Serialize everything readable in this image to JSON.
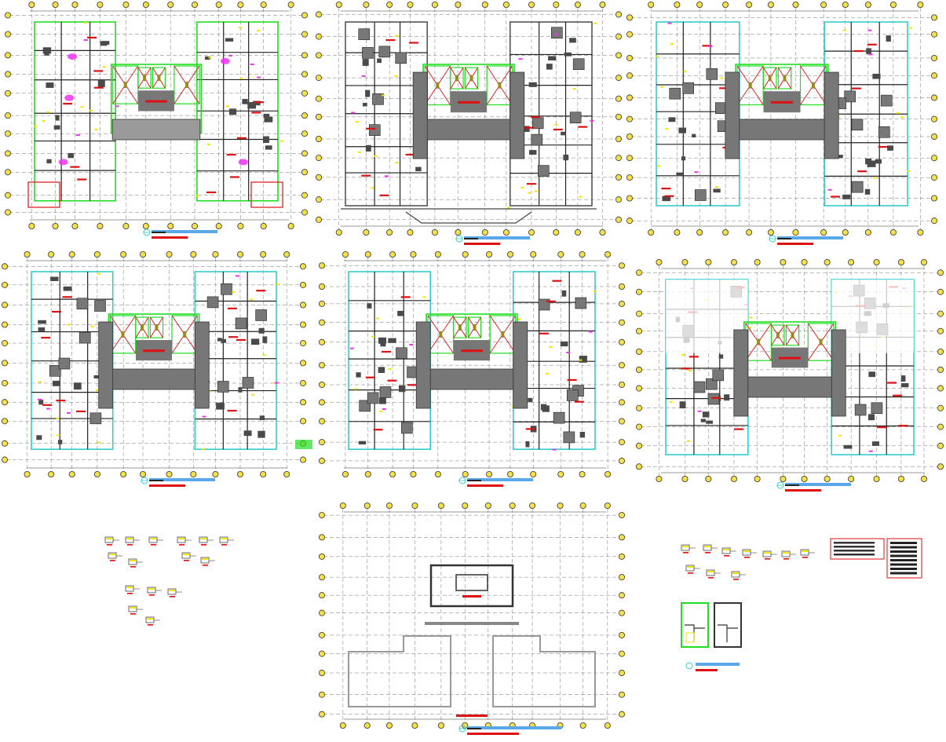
{
  "sheet": {
    "background": "#ffffff",
    "line_color": "#333333",
    "grid_color": "#777777",
    "bubble_fill": "#f5e04a",
    "bubble_stroke": "#333333"
  },
  "palette": {
    "green": "#22dd22",
    "cyan": "#33cccc",
    "red": "#dd1111",
    "grey_fill": "#777777",
    "dark_fill": "#4a4a4a",
    "yellow": "#f2e600",
    "magenta": "#ee33ee",
    "olive": "#9a8a20",
    "blue_bar": "#5aa8e8"
  },
  "plans": [
    {
      "id": "plan-1",
      "variant": "structural-basement",
      "accent": "green"
    },
    {
      "id": "plan-2",
      "variant": "podium",
      "accent": "grey"
    },
    {
      "id": "plan-3",
      "variant": "typical-a",
      "accent": "cyan"
    },
    {
      "id": "plan-4",
      "variant": "typical-b",
      "accent": "cyan"
    },
    {
      "id": "plan-5",
      "variant": "typical-c",
      "accent": "cyan"
    },
    {
      "id": "plan-6",
      "variant": "upper",
      "accent": "cyan"
    },
    {
      "id": "plan-7",
      "variant": "roof",
      "accent": "grey"
    }
  ],
  "details": [
    {
      "id": "detail-group-left",
      "kind": "small-section-details"
    },
    {
      "id": "detail-group-right",
      "kind": "section-details-with-notes"
    }
  ]
}
